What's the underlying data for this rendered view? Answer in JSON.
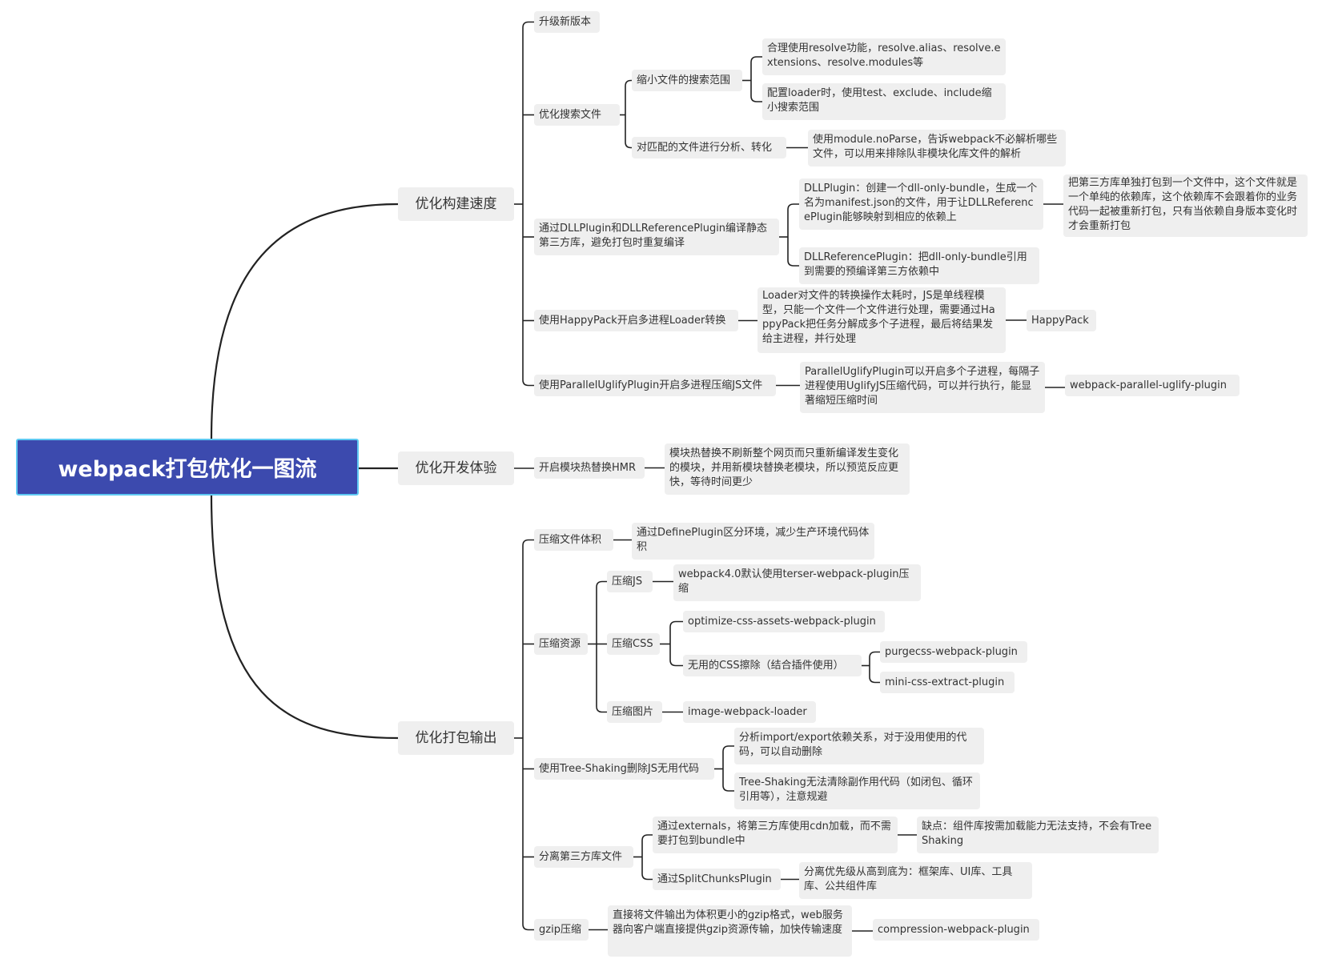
{
  "root": "webpack打包优化一图流",
  "branches": {
    "build_speed": "优化构建速度",
    "dev_experience": "优化开发体验",
    "output": "优化打包输出"
  },
  "build": {
    "upgrade": "升级新版本",
    "search": "优化搜索文件",
    "narrow_scope": "缩小文件的搜索范围",
    "resolve": "合理使用resolve功能，resolve.alias、resolve.extensions、resolve.modules等",
    "loader_scope": "配置loader时，使用test、exclude、include缩小搜索范围",
    "analyze": "对匹配的文件进行分析、转化",
    "noparse": "使用module.noParse，告诉webpack不必解析哪些文件，可以用来排除队非模块化库文件的解析",
    "dll": "通过DLLPlugin和DLLReferencePlugin编译静态第三方库，避免打包时重复编译",
    "dll_plugin": "DLLPlugin：创建一个dll-only-bundle，生成一个名为manifest.json的文件，用于让DLLReferencePlugin能够映射到相应的依赖上",
    "dll_note": "把第三方库单独打包到一个文件中，这个文件就是一个单纯的依赖库，这个依赖库不会跟着你的业务代码一起被重新打包，只有当依赖自身版本变化时才会重新打包",
    "dll_ref": "DLLReferencePlugin：把dll-only-bundle引用到需要的预编译第三方依赖中",
    "happypack": "使用HappyPack开启多进程Loader转换",
    "happypack_desc": "Loader对文件的转换操作太耗时，JS是单线程模型，只能一个文件一个文件进行处理，需要通过HappyPack把任务分解成多个子进程，最后将结果发给主进程，并行处理",
    "happypack_name": "HappyPack",
    "parallel": "使用ParallelUglifyPlugin开启多进程压缩JS文件",
    "parallel_desc": "ParallelUglifyPlugin可以开启多个子进程，每隔子进程使用UglifyJS压缩代码，可以并行执行，能显著缩短压缩时间",
    "parallel_name": "webpack-parallel-uglify-plugin"
  },
  "dev": {
    "hmr": "开启模块热替换HMR",
    "hmr_desc": "模块热替换不刷新整个网页而只重新编译发生变化的模块，并用新模块替换老模块，所以预览反应更快，等待时间更少"
  },
  "output": {
    "volume": "压缩文件体积",
    "define": "通过DefinePlugin区分环境，减少生产环境代码体积",
    "compress": "压缩资源",
    "js": "压缩JS",
    "terser": "webpack4.0默认使用terser-webpack-plugin压缩",
    "css": "压缩CSS",
    "optimize_css": "optimize-css-assets-webpack-plugin",
    "unused_css": "无用的CSS擦除（结合插件使用）",
    "purgecss": "purgecss-webpack-plugin",
    "mini_css": "mini-css-extract-plugin",
    "img": "压缩图片",
    "image_loader": "image-webpack-loader",
    "tree": "使用Tree-Shaking删除JS无用代码",
    "tree_analyze": "分析import/export依赖关系，对于没用使用的代码，可以自动删除",
    "tree_side": "Tree-Shaking无法清除副作用代码（如闭包、循环引用等），注意规避",
    "separate": "分离第三方库文件",
    "externals": "通过externals，将第三方库使用cdn加载，而不需要打包到bundle中",
    "externals_con": "缺点：组件库按需加载能力无法支持，不会有TreeShaking",
    "split": "通过SplitChunksPlugin",
    "split_priority": "分离优先级从高到底为：框架库、UI库、工具库、公共组件库",
    "gzip": "gzip压缩",
    "gzip_desc": "直接将文件输出为体积更小的gzip格式，web服务器向客户端直接提供gzip资源传输，加快传输速度",
    "gzip_plugin": "compression-webpack-plugin"
  }
}
